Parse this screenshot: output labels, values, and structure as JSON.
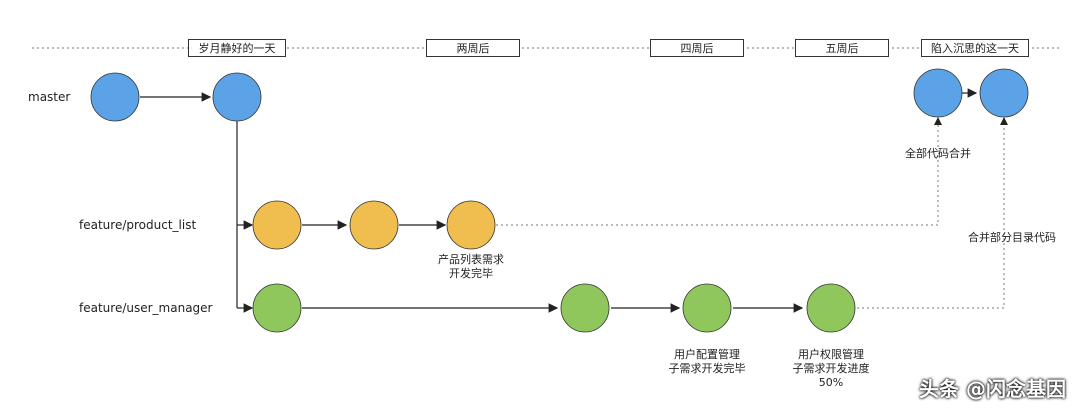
{
  "timeline": {
    "labels": [
      "岁月静好的一天",
      "两周后",
      "四周后",
      "五周后",
      "陷入沉思的这一天"
    ]
  },
  "branches": {
    "master": "master",
    "product": "feature/product_list",
    "user": "feature/user_manager"
  },
  "notes": {
    "product_done": [
      "产品列表需求",
      "开发完毕"
    ],
    "config_done": [
      "用户配置管理",
      "子需求开发完毕"
    ],
    "perm_progress": [
      "用户权限管理",
      "子需求开发进度",
      "50%"
    ],
    "merge_all": "全部代码合并",
    "merge_partial": "合并部分目录代码"
  },
  "colors": {
    "master": "#5ba3e6",
    "product": "#f0bd4f",
    "user": "#8fc75d",
    "line": "#222222",
    "dotted": "#777777"
  },
  "watermark": "头条 @闪念基因"
}
